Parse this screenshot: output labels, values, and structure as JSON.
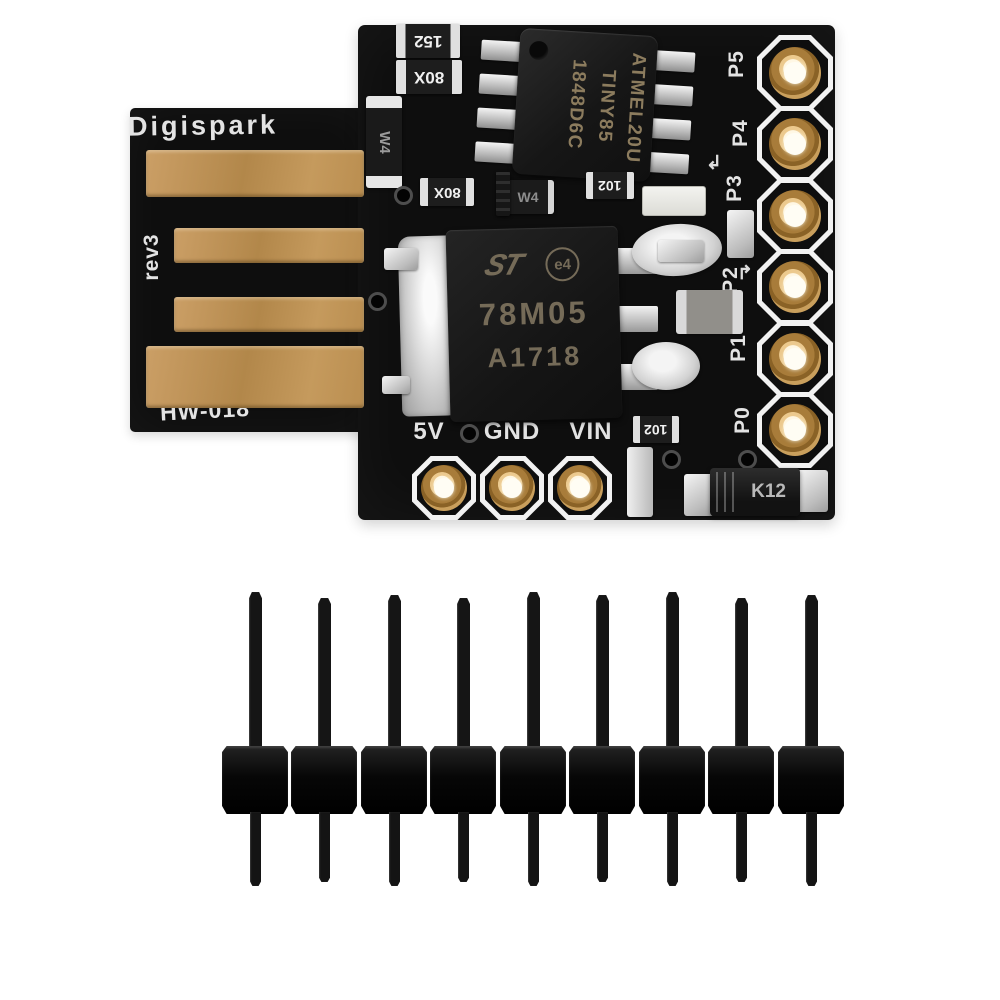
{
  "scene": {
    "description": "Digispark ATtiny85 rev3 USB development board HW-018 with 9-pin male header strip",
    "background_color": "#ffffff"
  },
  "board": {
    "silkscreen": {
      "brand": "Digispark",
      "revision": "rev3",
      "model": "HW-018",
      "power_labels": [
        "5V",
        "GND",
        "VIN"
      ],
      "io_labels": [
        "P5",
        "P4",
        "P3",
        "P2",
        "P1",
        "P0"
      ],
      "arrow_p3": "↲",
      "arrow_p2": "↱"
    },
    "mcu": {
      "line1": "ATMEL20U",
      "line2": "TINY85",
      "line3": "1848D6C"
    },
    "regulator": {
      "maker_logo": "ST",
      "rohs_mark": "e4",
      "part": "78M05",
      "lot": "A1718"
    },
    "passives": {
      "r152": "152",
      "r80x_top": "80X",
      "r80x_mid": "80X",
      "r102_mid": "102",
      "r102_bottom": "102",
      "w4_left": "W4",
      "w4_mid": "W4",
      "k12": "K12"
    }
  },
  "header_strip": {
    "pins": 9
  },
  "colors": {
    "pcb": "#0e0e0e",
    "gold_pad": "#c49a62",
    "silkscreen": "#e3e3e3",
    "silver": "#d8d8d8",
    "mcu_text": "#8c7c5e",
    "regulator_text": "#756b58"
  }
}
